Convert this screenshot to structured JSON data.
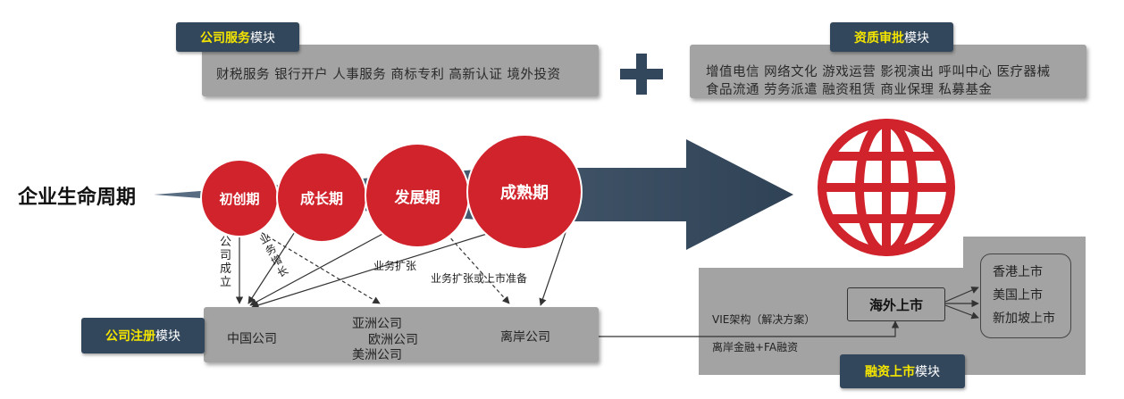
{
  "services": {
    "tag_highlight": "公司服务",
    "tag_suffix": "模块",
    "items": "财税服务  银行开户  人事服务  商标专利  高新认证  境外投资"
  },
  "approval": {
    "tag_highlight": "资质审批",
    "tag_suffix": "模块",
    "line1": "增值电信  网络文化  游戏运营  影视演出  呼叫中心  医疗器械",
    "line2": "食品流通  劳务派遣  融资租赁  商业保理  私募基金"
  },
  "lifecycle": {
    "title": "企业生命周期",
    "stages": [
      "初创期",
      "成长期",
      "发展期",
      "成熟期"
    ]
  },
  "connectors": {
    "company_setup": "公司成立",
    "business_growth_v": "业务增长",
    "business_expansion": "业务扩张",
    "expansion_or_ipo_prep": "业务扩张或上市准备"
  },
  "registration": {
    "tag_highlight": "公司注册",
    "tag_suffix": "模块",
    "china": "中国公司",
    "asia": "亚洲公司",
    "europe": "欧洲公司",
    "america": "美洲公司",
    "offshore": "离岸公司"
  },
  "listing": {
    "tag_highlight": "融资上市",
    "tag_suffix": "模块",
    "vie": "VIE架构（解决方案）",
    "offshore_finance": "离岸金融+FA融资",
    "overseas_listing": "海外上市",
    "hk": "香港上市",
    "us": "美国上市",
    "sg": "新加坡上市"
  },
  "colors": {
    "accent_red": "#d0232c",
    "navy": "#33475c",
    "panel_gray": "#a3a3a3",
    "highlight_yellow": "#f4e500"
  }
}
